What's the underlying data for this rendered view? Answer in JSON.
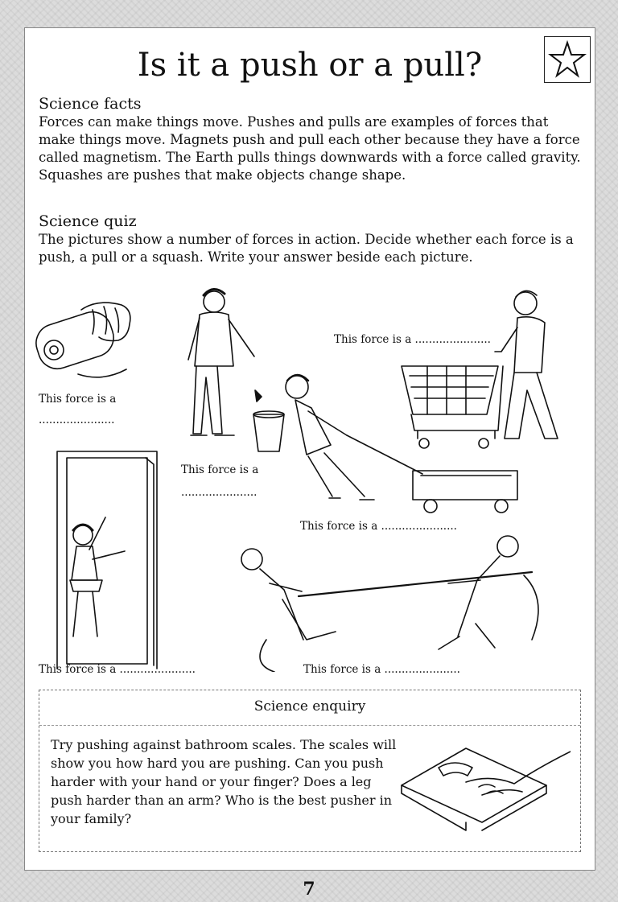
{
  "title": "Is it a push or a pull?",
  "facts": {
    "heading": "Science facts",
    "text": "Forces can make things move. Pushes and pulls are examples of forces that make things move. Magnets push and pull each other because they have a force called magnetism. The Earth pulls things downwards with a force called gravity. Squashes are pushes that make objects change shape."
  },
  "quiz": {
    "heading": "Science quiz",
    "text": "The pictures show a number of forces in action. Decide whether each force is a push, a pull or a squash. Write your answer beside each picture."
  },
  "captions": {
    "can": "This force is a",
    "can_dots": "......................",
    "throw": "This force is a",
    "throw_dots": "......................",
    "trolley": "This force is a ......................",
    "cart": "This force is a ......................",
    "door": "This force is a ......................",
    "tug": "This force is a ......................"
  },
  "enquiry": {
    "heading": "Science enquiry",
    "text": "Try pushing against bathroom scales. The scales will show you how hard you are pushing. Can you push harder with your hand or your finger? Does a leg push harder than an arm? Who is the best pusher in your family?"
  },
  "page_number": "7",
  "icons": [
    "star-icon",
    "can-icon",
    "throwing-boy-icon",
    "bucket-icon",
    "shopping-trolley-icon",
    "pulling-girl-icon",
    "wagon-icon",
    "door-icon",
    "girl-pushing-door-icon",
    "tug-of-war-icon",
    "bathroom-scales-icon"
  ]
}
